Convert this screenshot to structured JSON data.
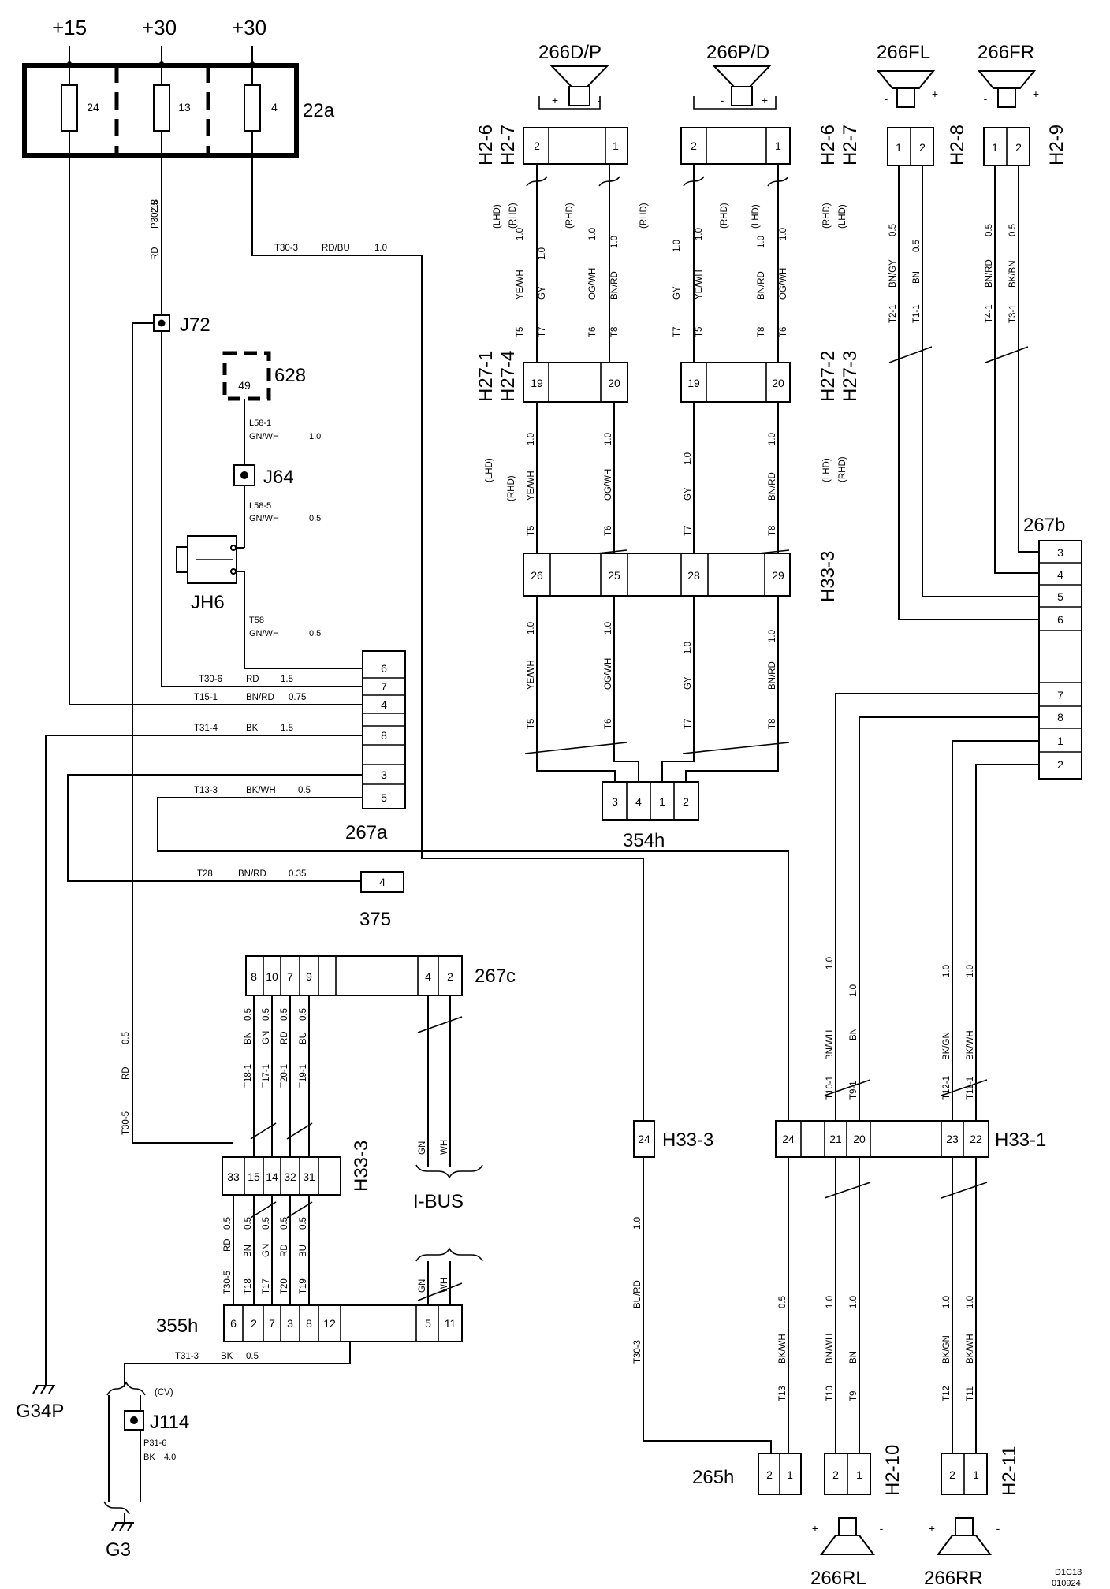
{
  "power": {
    "p15": "+15",
    "p30a": "+30",
    "p30b": "+30"
  },
  "fusebox": {
    "label": "22a",
    "fuses": [
      "24",
      "13",
      "4"
    ]
  },
  "components": {
    "c628": "628",
    "pin49": "49",
    "j72": "J72",
    "j64": "J64",
    "jh6": "JH6",
    "j114": "J114",
    "c267a": "267a",
    "c267b": "267b",
    "c267c": "267c",
    "c375": "375",
    "c354h": "354h",
    "c355h": "355h",
    "c265h": "265h",
    "h33_3_left": "H33-3",
    "h33_3_mid": "H33-3",
    "h33_3_top": "H33-3",
    "h33_1": "H33-1",
    "ibus": "I-BUS",
    "g34p": "G34P",
    "g3": "G3",
    "cv": "(CV)",
    "h2_6a": "H2-6",
    "h2_7a": "H2-7",
    "h2_6b": "H2-6",
    "h2_7b": "H2-7",
    "h2_8": "H2-8",
    "h2_9": "H2-9",
    "h2_10": "H2-10",
    "h2_11": "H2-11",
    "h27_1": "H27-1",
    "h27_4": "H27-4",
    "h27_2": "H27-2",
    "h27_3": "H27-3",
    "lhd": "(LHD)",
    "rhd": "(RHD)"
  },
  "speakers": {
    "s266dp": "266D/P",
    "s266pd": "266P/D",
    "s266fl": "266FL",
    "s266fr": "266FR",
    "s266rl": "266RL",
    "s266rr": "266RR"
  },
  "pins": {
    "p267a": [
      "6",
      "7",
      "4",
      "8",
      "3",
      "5"
    ],
    "p267b": [
      "3",
      "4",
      "5",
      "6",
      "7",
      "8",
      "1",
      "2"
    ],
    "p267c": [
      "8",
      "10",
      "7",
      "9",
      "4",
      "2"
    ],
    "p355h": [
      "6",
      "2",
      "7",
      "3",
      "8",
      "12",
      "5",
      "11"
    ],
    "pH33_3L": [
      "33",
      "15",
      "14",
      "32",
      "31"
    ],
    "pH33_3T": [
      "26",
      "25",
      "28",
      "29"
    ],
    "pH33_1": [
      "24",
      "21",
      "20",
      "23",
      "22"
    ],
    "p354h": [
      "3",
      "4",
      "1",
      "2"
    ],
    "p375": "4",
    "pH33_3M": "24",
    "pH27L": [
      "19",
      "20"
    ],
    "pH27R": [
      "19",
      "20"
    ],
    "pH2L": [
      "2",
      "1"
    ],
    "pH2R": [
      "2",
      "1"
    ],
    "pH2FL": [
      "1",
      "2"
    ],
    "pH2FR": [
      "1",
      "2"
    ],
    "p265h": [
      "2",
      "1"
    ],
    "pH210": [
      "2",
      "1"
    ],
    "pH211": [
      "2",
      "1"
    ]
  },
  "wires": {
    "p30_18": "P30-18",
    "rd": "RD",
    "v25": "2.5",
    "t30_3": "T30-3",
    "rdbu": "RD/BU",
    "v10": "1.0",
    "l58_1": "L58-1",
    "gnwh": "GN/WH",
    "l58_5": "L58-5",
    "v05": "0.5",
    "t58": "T58",
    "t30_6": "T30-6",
    "v15": "1.5",
    "t15_1": "T15-1",
    "bnrd": "BN/RD",
    "v075": "0.75",
    "t31_4": "T31-4",
    "bk": "BK",
    "t13_3": "T13-3",
    "bkwh": "BK/WH",
    "t28": "T28",
    "v035": "0.35",
    "t30_5": "T30-5",
    "t18": "T18",
    "t18_1": "T18-1",
    "bn": "BN",
    "t17": "T17",
    "t17_1": "T17-1",
    "gn": "GN",
    "t20": "T20",
    "t20_1": "T20-1",
    "t19": "T19",
    "t19_1": "T19-1",
    "bu": "BU",
    "wh": "WH",
    "t31_3": "T31-3",
    "p31_6": "P31-6",
    "v40": "4.0",
    "t5": "T5",
    "yewh": "YE/WH",
    "t6": "T6",
    "ogwh": "OG/WH",
    "t7": "T7",
    "gy": "GY",
    "t8": "T8",
    "t2_1": "T2-1",
    "bngy": "BN/GY",
    "t1_1": "T1-1",
    "t4_1": "T4-1",
    "t3_1": "T3-1",
    "bkbn": "BK/BN",
    "burd": "BU/RD",
    "t13": "T13",
    "t10": "T10",
    "t10_1": "T10-1",
    "bnwh": "BN/WH",
    "t9": "T9",
    "t9_1": "T9-1",
    "t12": "T12",
    "t12_1": "T12-1",
    "bkgn": "BK/GN",
    "t11": "T11",
    "t11_1": "T11-1"
  },
  "footer": {
    "code1": "D1C13",
    "code2": "010924"
  }
}
